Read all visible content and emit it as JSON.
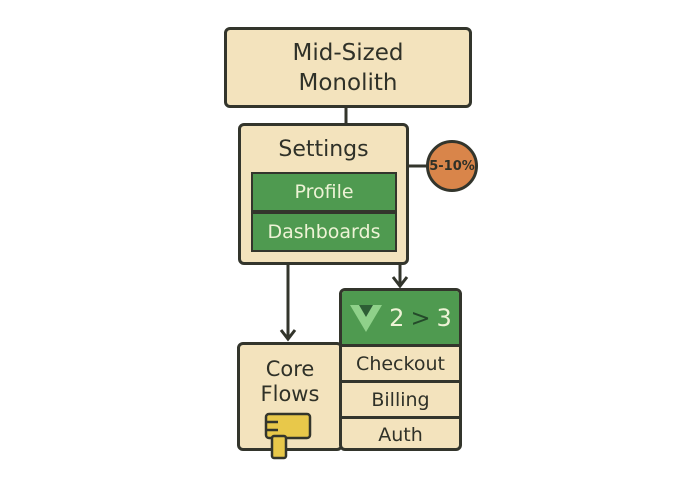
{
  "top": {
    "line1": "Mid-Sized",
    "line2": "Monolith"
  },
  "settings": {
    "title": "Settings",
    "items": [
      "Profile",
      "Dashboards"
    ]
  },
  "badge": {
    "label": "5-10%",
    "color": "#d9854a"
  },
  "vue": {
    "from": "2",
    "sep": ">",
    "to": "3",
    "items": [
      "Checkout",
      "Billing",
      "Auth"
    ]
  },
  "core": {
    "line1": "Core",
    "line2": "Flows"
  },
  "colors": {
    "cream": "#f3e3bd",
    "green": "#4f9a50",
    "dark": "#33352c",
    "yellow": "#e8c84a"
  }
}
